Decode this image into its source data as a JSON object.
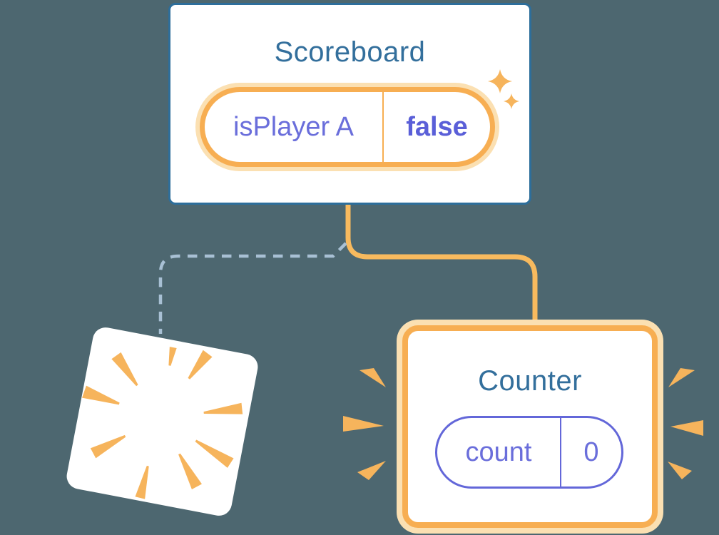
{
  "colors": {
    "background": "#4D6770",
    "card_bg": "#FFFFFF",
    "blue": "#2D6E9B",
    "teal": "#336F9C",
    "orange": "#F7AE52",
    "orange_glow": "#FBE0B2",
    "orange_line": "#F8BA5E",
    "orange_burst": "#F6B45C",
    "purple": "#6A6EDB",
    "purple_bold": "#5A5FD8",
    "purple_border": "#6367D9",
    "dashed_line": "#A8C0D4"
  },
  "scoreboard": {
    "title": "Scoreboard",
    "state_key": "isPlayer A",
    "state_value": "false"
  },
  "counter": {
    "title": "Counter",
    "state_key": "count",
    "state_value": "0"
  }
}
